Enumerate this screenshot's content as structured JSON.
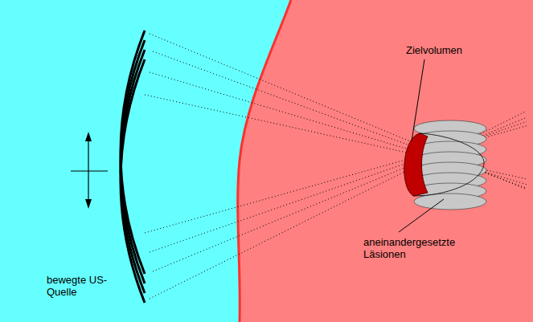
{
  "diagram": {
    "labels": [
      "Zielvolumen",
      "aneinandergesetzte Läsionen",
      "bewegte US-Quelle"
    ]
  }
}
